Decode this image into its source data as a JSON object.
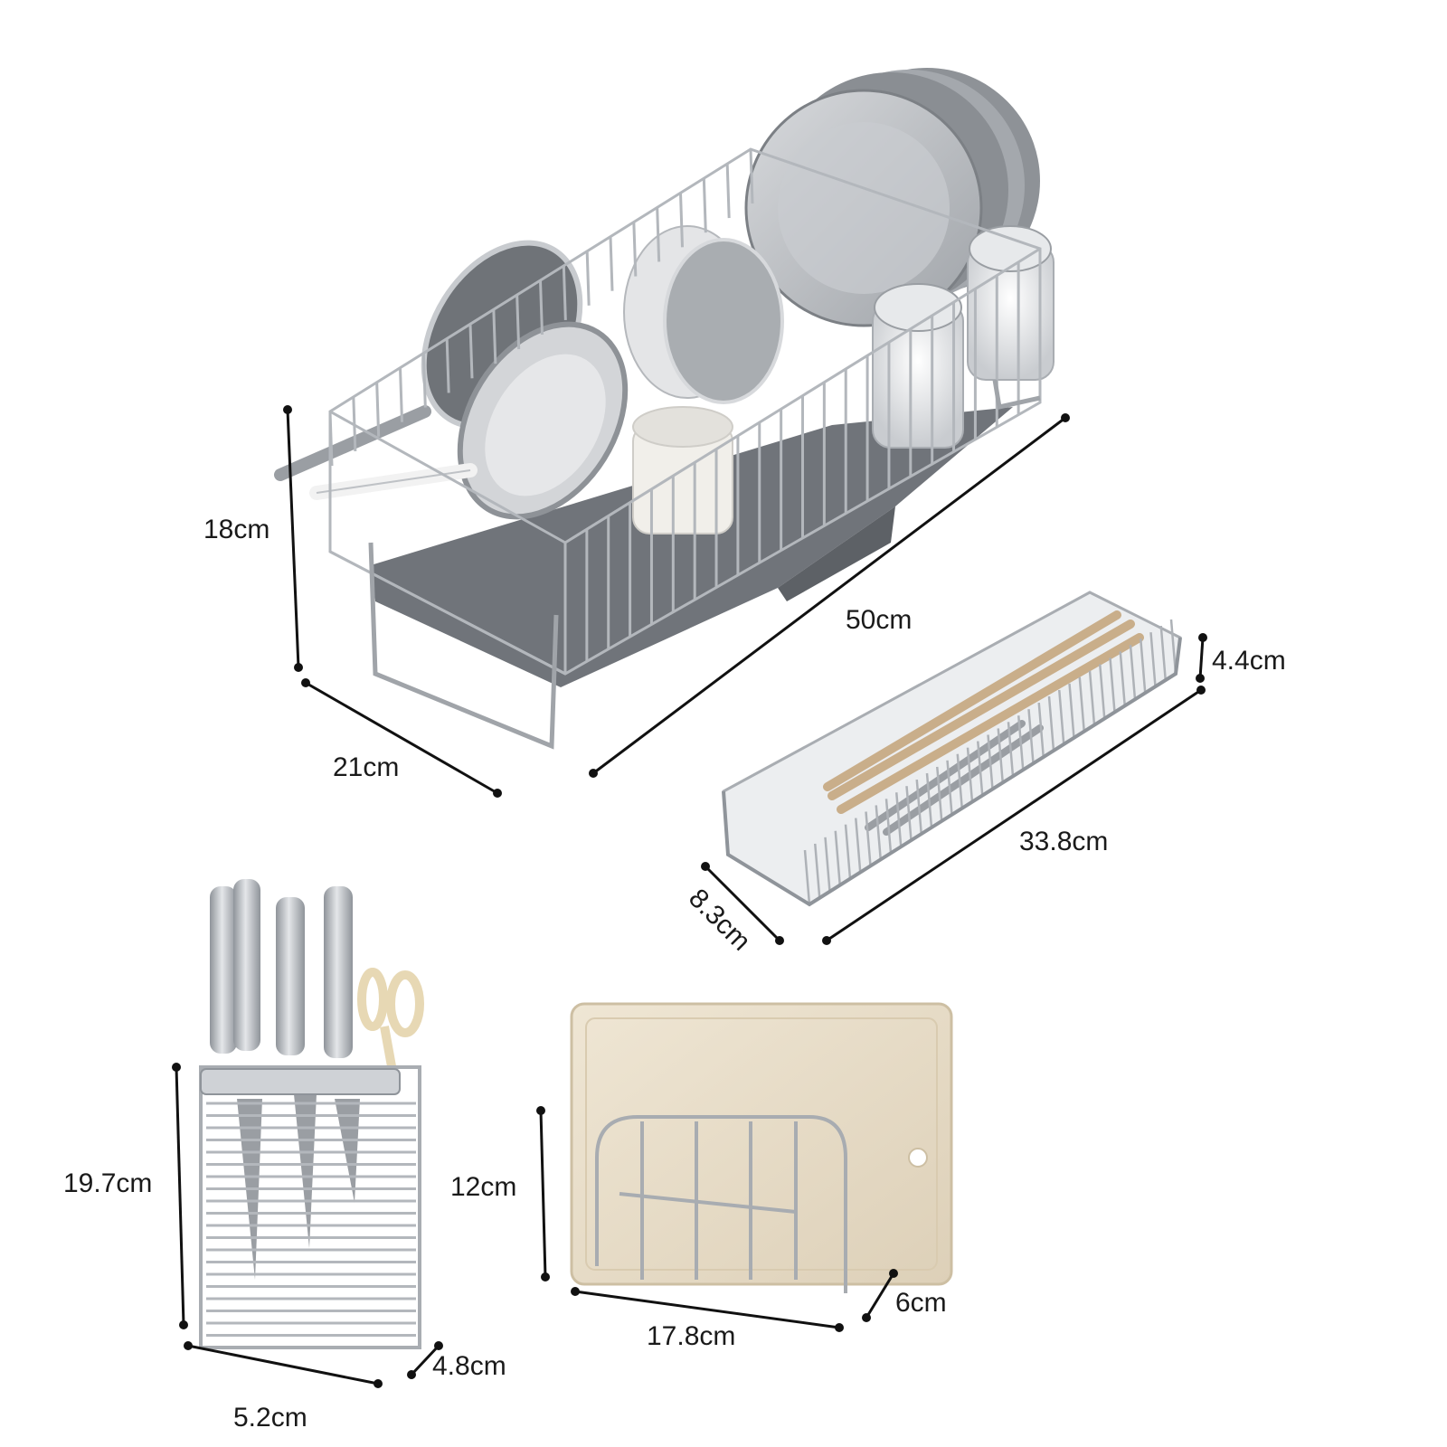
{
  "products": {
    "dish_rack": {
      "height_label": "18cm",
      "depth_label": "21cm",
      "length_label": "50cm"
    },
    "cutlery_basket": {
      "height_label": "4.4cm",
      "length_label": "33.8cm",
      "width_label": "8.3cm"
    },
    "knife_holder": {
      "height_label": "19.7cm",
      "width_label": "5.2cm",
      "depth_label": "4.8cm"
    },
    "board_rack": {
      "height_label": "12cm",
      "width_label": "17.8cm",
      "depth_label": "6cm"
    }
  },
  "colors": {
    "background": "#ffffff",
    "steel": "#b8bcc2",
    "steel_dark": "#8c9096",
    "tray": "#6f7378",
    "ceramic": "#e9e7e3",
    "wood": "#e8dcc6",
    "dimension_line": "#111111"
  }
}
